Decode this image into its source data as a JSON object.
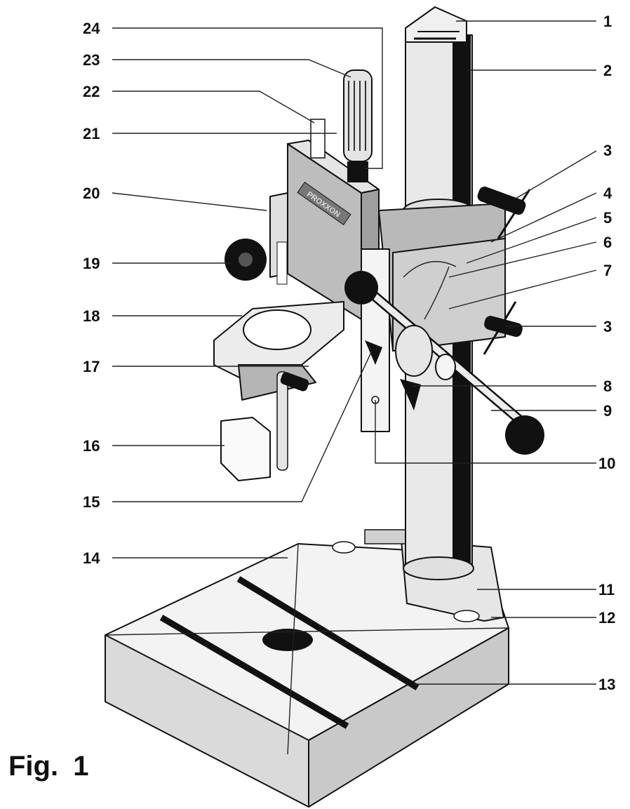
{
  "figure": {
    "caption": "Fig.  1",
    "brand_plate_text": "PROXXON"
  },
  "callouts": [
    "1",
    "2",
    "3",
    "4",
    "5",
    "6",
    "7",
    "3",
    "8",
    "9",
    "10",
    "11",
    "12",
    "13",
    "24",
    "23",
    "22",
    "21",
    "20",
    "19",
    "18",
    "17",
    "16",
    "15",
    "14"
  ],
  "colors": {
    "ink": "#111111",
    "metal": "#d9d9d9",
    "metal_dark": "#a8a8a8",
    "highlight": "#f2f2f2",
    "paper": "#ffffff"
  }
}
